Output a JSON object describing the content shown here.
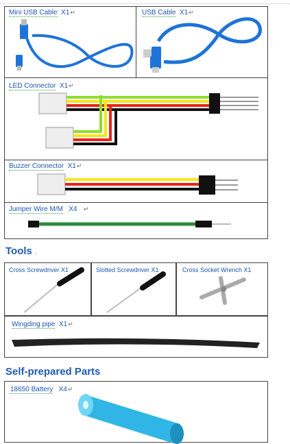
{
  "rows": [
    {
      "name": "Mini USB Cable",
      "qty": "X1"
    },
    {
      "name": "USB Cable",
      "qty": "X1"
    },
    {
      "name": "LED Connector",
      "qty": "X1"
    },
    {
      "name": "Buzzer Connector",
      "qty": "X1"
    },
    {
      "name": "Jumper Wire M/M",
      "qty": "X4"
    }
  ],
  "tools_heading": "Tools",
  "tools": [
    {
      "name": "Cross Screwdriver",
      "qty": "X1"
    },
    {
      "name": "Slotted Screwdriver",
      "qty": "X1"
    },
    {
      "name": "Cross Socket Wrench",
      "qty": "X1"
    },
    {
      "name": "Wingding pipe",
      "qty": "X1"
    }
  ],
  "self_heading": "Self-prepared Parts",
  "self": [
    {
      "name": "18650 Battery",
      "qty": "X4"
    }
  ],
  "colors": {
    "cable_blue": "#1e73d8",
    "wire_green": "#8ddf2a",
    "wire_yellow": "#f5e61a",
    "wire_red": "#e8231d",
    "wire_black": "#111111",
    "battery": "#2fb6e6",
    "heading": "#1e5bb5"
  }
}
